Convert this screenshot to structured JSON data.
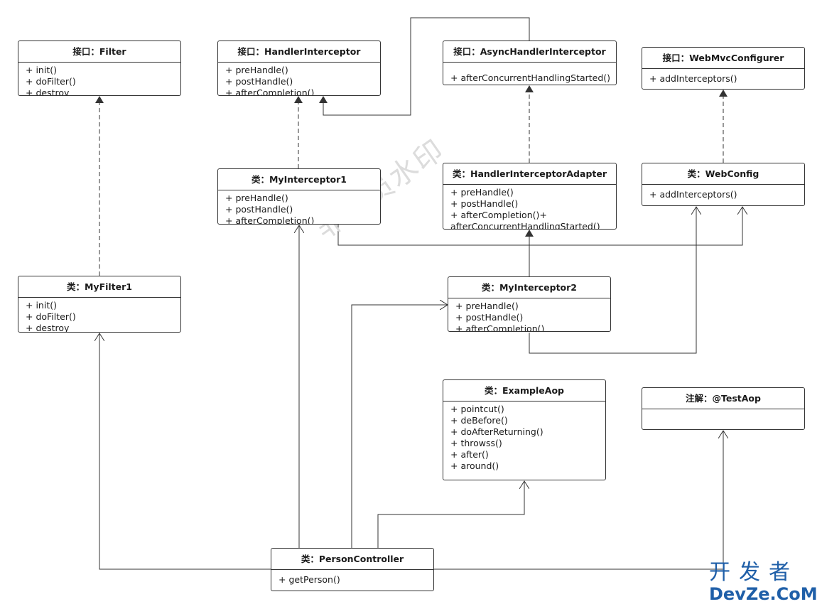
{
  "boxes": {
    "filter": {
      "title": "接口：Filter",
      "items": [
        "+ init()",
        "+ doFilter()",
        "+ destroy"
      ]
    },
    "handler_interceptor": {
      "title": "接口：HandlerInterceptor",
      "items": [
        "+ preHandle()",
        "+ postHandle()",
        "+ afterCompletion()"
      ]
    },
    "async_handler_interceptor": {
      "title": "接口：AsyncHandlerInterceptor",
      "items": [
        "+ afterConcurrentHandlingStarted()"
      ]
    },
    "web_mvc_configurer": {
      "title": "接口：WebMvcConfigurer",
      "items": [
        "+ addInterceptors()"
      ]
    },
    "my_interceptor1": {
      "title": "类：MyInterceptor1",
      "items": [
        "+ preHandle()",
        "+ postHandle()",
        "+ afterCompletion()"
      ]
    },
    "handler_interceptor_adapter": {
      "title": "类：HandlerInterceptorAdapter",
      "items": [
        "+ preHandle()",
        "+ postHandle()",
        "+ afterCompletion()+ afterConcurrentHandlingStarted()"
      ]
    },
    "web_config": {
      "title": "类：WebConfig",
      "items": [
        "+ addInterceptors()"
      ]
    },
    "my_filter1": {
      "title": "类：MyFilter1",
      "items": [
        "+ init()",
        "+ doFilter()",
        "+ destroy"
      ]
    },
    "my_interceptor2": {
      "title": "类：MyInterceptor2",
      "items": [
        "+ preHandle()",
        "+ postHandle()",
        "+ afterCompletion()"
      ]
    },
    "example_aop": {
      "title": "类：ExampleAop",
      "items": [
        "+ pointcut()",
        "+ deBefore()",
        "+ doAfterReturning()",
        "+ throwss()",
        "+ after()",
        "+ around()"
      ]
    },
    "test_aop": {
      "title": "注解：@TestAop",
      "items": []
    },
    "person_controller": {
      "title": "类：PersonController",
      "items": [
        "+ getPerson()"
      ]
    }
  },
  "watermark": "非会员水印",
  "logo": {
    "line1": "开发者",
    "line2": "DevZe.CoM"
  },
  "colors": {
    "line": "#333333",
    "box_border": "#333333",
    "watermark": "#dcdcdc",
    "logo": "#1f5fa8"
  }
}
